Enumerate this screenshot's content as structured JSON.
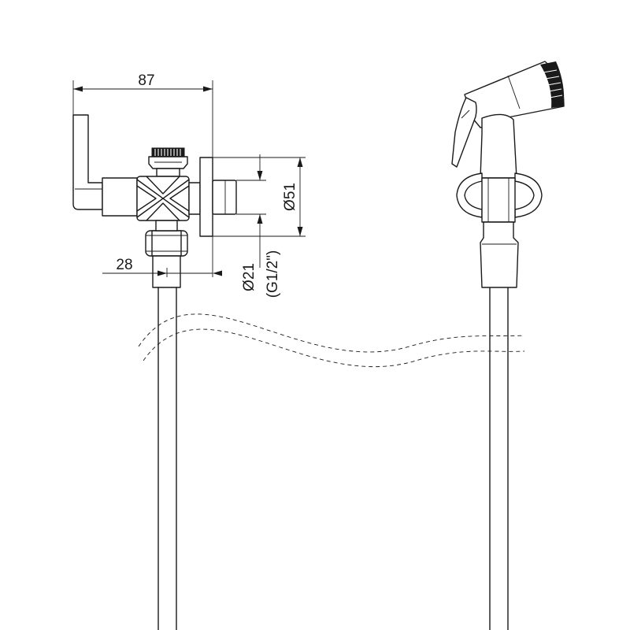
{
  "dimensions": {
    "width_label": "87",
    "diameter_label": "Ø51",
    "offset_label": "28",
    "thread_diameter_label": "Ø21",
    "thread_spec_label": "(G1/2\")"
  }
}
